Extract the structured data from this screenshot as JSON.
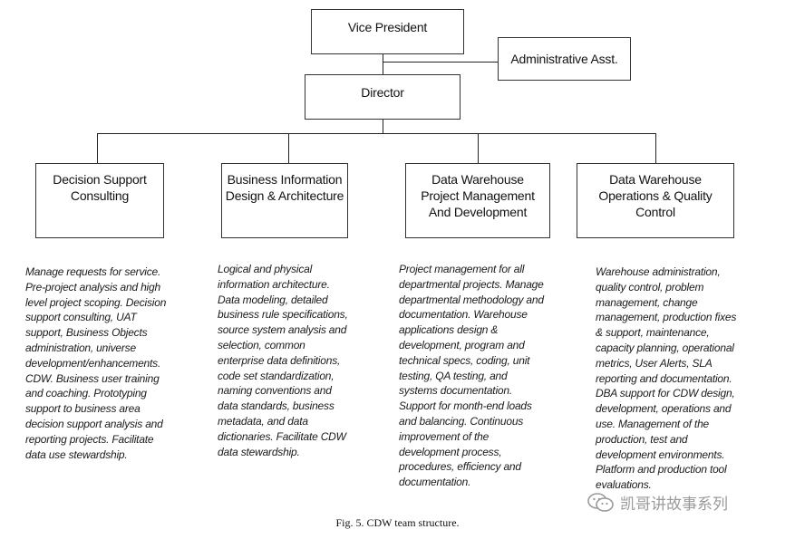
{
  "chart": {
    "vice_president": "Vice President",
    "admin_assistant": "Administrative Asst.",
    "director": "Director",
    "departments": [
      {
        "title": "Decision Support\nConsulting",
        "description": [
          "Manage requests for service.",
          "Pre-project analysis and high",
          "level project scoping. Decision",
          "support consulting, UAT",
          "support, Business Objects",
          "administration, universe",
          "development/enhancements.",
          "CDW. Business user training",
          "and coaching. Prototyping",
          "support to business area",
          "decision support analysis and",
          "reporting projects. Facilitate",
          "data use stewardship."
        ]
      },
      {
        "title": "Business Information\nDesign & Architecture",
        "description": [
          "Logical and physical",
          "information architecture.",
          "Data modeling, detailed",
          "business rule specifications,",
          "source system analysis and",
          "selection, common",
          "enterprise data definitions,",
          "code set standardization,",
          "naming conventions and",
          "data standards, business",
          "metadata, and data",
          "dictionaries. Facilitate CDW",
          "data stewardship."
        ]
      },
      {
        "title": "Data Warehouse\nProject Management\nAnd Development",
        "description": [
          "Project management for all",
          "departmental projects. Manage",
          "departmental methodology and",
          "documentation. Warehouse",
          "applications  design &",
          "development, program and",
          "technical specs, coding, unit",
          "testing, QA testing, and",
          "systems documentation.",
          "Support for month-end loads",
          "and balancing.  Continuous",
          "improvement of the",
          "development process,",
          "procedures,  efficiency and",
          "documentation."
        ]
      },
      {
        "title": "Data Warehouse\nOperations & Quality Control",
        "description": [
          "Warehouse administration,",
          "quality control, problem",
          "management, change",
          "management, production fixes",
          "& support, maintenance,",
          "capacity planning, operational",
          "metrics, User Alerts, SLA",
          "reporting and documentation.",
          "DBA support for CDW design,",
          "development, operations and",
          "use. Management of the",
          "production, test and",
          "development environments.",
          "Platform and production tool",
          "evaluations."
        ]
      }
    ]
  },
  "caption": "Fig. 5. CDW team structure.",
  "watermark": {
    "text": "凯哥讲故事系列",
    "icon": "wechat-icon"
  }
}
